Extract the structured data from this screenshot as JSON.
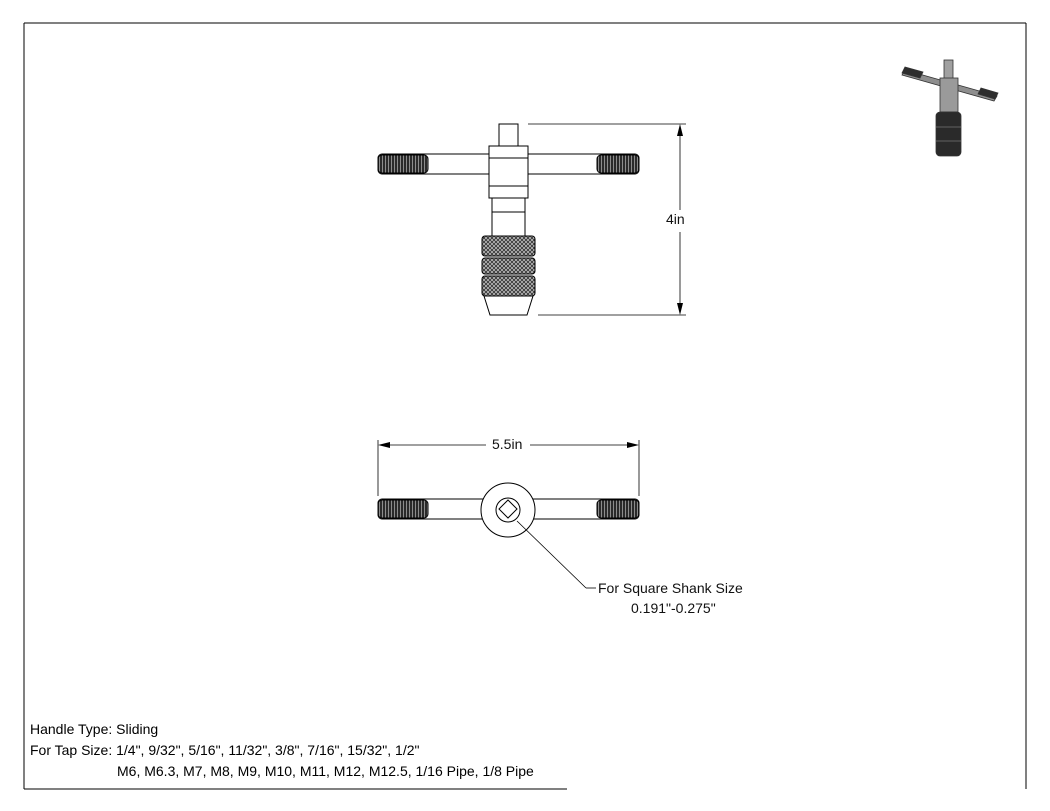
{
  "dimensions": {
    "height_label": "4in",
    "width_label": "5.5in"
  },
  "callout": {
    "line1": "For Square Shank Size",
    "line2": "0.191\"-0.275\""
  },
  "specs": {
    "handle_type": "Handle Type: Sliding",
    "tap_size_imperial": "For Tap Size: 1/4\", 9/32\", 5/16\", 11/32\", 3/8\", 7/16\", 15/32\", 1/2\"",
    "tap_size_metric": "M6, M6.3, M7, M8, M9, M10, M11, M12, M12.5, 1/16 Pipe, 1/8 Pipe"
  },
  "colors": {
    "line": "#000000",
    "knurl_fill": "#2a2a2a",
    "thumb_body": "#8a8a8a",
    "thumb_dark": "#2d2d2d"
  }
}
